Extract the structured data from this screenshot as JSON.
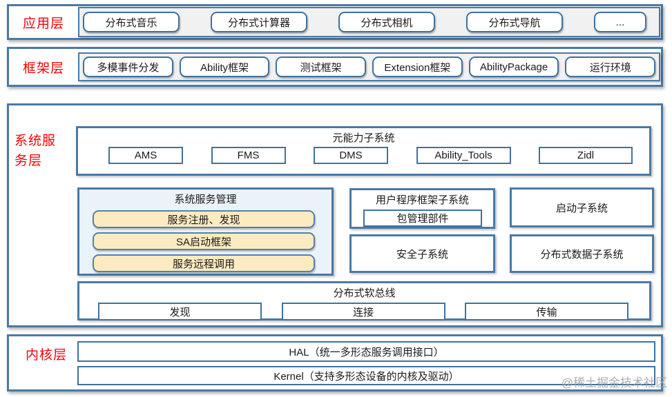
{
  "watermark": "@稀土掘金技术社区",
  "colors": {
    "band_border": "#4A79A6",
    "box_border": "#41719C",
    "layer_label_red": "#FB0202",
    "panel_gray": "#F1F1F1",
    "mgmt_light_blue": "#EBF3FA",
    "highlight_yellow": "#FCEBC0"
  },
  "layers": {
    "app": {
      "label": "应用层",
      "items": [
        "分布式音乐",
        "分布式计算器",
        "分布式相机",
        "分布式导航",
        "..."
      ]
    },
    "framework": {
      "label": "框架层",
      "items": [
        "多模事件分发",
        "Ability框架",
        "测试框架",
        "Extension框架",
        "AbilityPackage",
        "运行环境"
      ]
    },
    "system_service": {
      "label": "系统服务层",
      "meta_ability": {
        "title": "元能力子系统",
        "items": [
          "AMS",
          "FMS",
          "DMS",
          "Ability_Tools",
          "Zidl"
        ]
      },
      "service_mgmt": {
        "title": "系统服务管理",
        "items": [
          "服务注册、发现",
          "SA启动框架",
          "服务远程调用"
        ]
      },
      "app_framework": {
        "title": "用户程序框架子系统",
        "items": [
          "包管理部件"
        ]
      },
      "boot": {
        "title": "启动子系统"
      },
      "security": {
        "title": "安全子系统"
      },
      "distributed_data": {
        "title": "分布式数据子系统"
      },
      "softbus": {
        "title": "分布式软总线",
        "items": [
          "发现",
          "连接",
          "传输"
        ]
      }
    },
    "kernel": {
      "label": "内核层",
      "items": [
        "HAL（统一多形态服务调用接口）",
        "Kernel（支持多形态设备的内核及驱动）"
      ]
    }
  }
}
